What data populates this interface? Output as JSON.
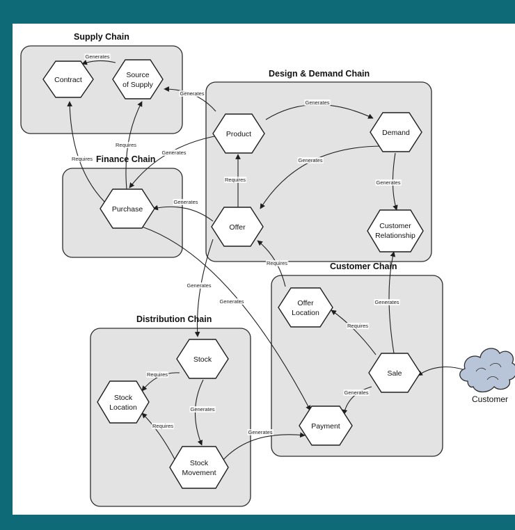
{
  "chains": {
    "supply": "Supply Chain",
    "design": "Design & Demand Chain",
    "finance": "Finance Chain",
    "customer": "Customer Chain",
    "distribution": "Distribution Chain"
  },
  "nodes": {
    "contract": [
      "Contract"
    ],
    "source": [
      "Source",
      "of Supply"
    ],
    "product": [
      "Product"
    ],
    "demand": [
      "Demand"
    ],
    "purchase": [
      "Purchase"
    ],
    "offer": [
      "Offer"
    ],
    "customer_relationship": [
      "Customer",
      "Relationship"
    ],
    "offer_location": [
      "Offer",
      "Location"
    ],
    "sale": [
      "Sale"
    ],
    "stock": [
      "Stock"
    ],
    "stock_location": [
      "Stock",
      "Location"
    ],
    "stock_movement": [
      "Stock",
      "Movement"
    ],
    "payment": [
      "Payment"
    ]
  },
  "actor": {
    "customer": "Customer"
  },
  "edges": [
    {
      "id": "source-contract",
      "label": "Generates"
    },
    {
      "id": "product-source",
      "label": "Generates"
    },
    {
      "id": "product-demand",
      "label": "Generates"
    },
    {
      "id": "purchase-source",
      "label": "Requires"
    },
    {
      "id": "purchase-contract",
      "label": "Requires"
    },
    {
      "id": "product-purchase",
      "label": "Generates"
    },
    {
      "id": "demand-offer",
      "label": "Generates"
    },
    {
      "id": "offer-product",
      "label": "Requires"
    },
    {
      "id": "demand-relationship",
      "label": "Generates"
    },
    {
      "id": "offer-purchase",
      "label": "Generates"
    },
    {
      "id": "offerloc-offer",
      "label": "Requires"
    },
    {
      "id": "purchase-payment",
      "label": "Generates"
    },
    {
      "id": "offer-stock",
      "label": "Generates"
    },
    {
      "id": "sale-relationship",
      "label": "Generates"
    },
    {
      "id": "sale-offerloc",
      "label": "Requires"
    },
    {
      "id": "stock-stocklocation",
      "label": "Requires"
    },
    {
      "id": "stock-movement",
      "label": "Generates"
    },
    {
      "id": "movement-stocklocation",
      "label": "Requires"
    },
    {
      "id": "sale-payment",
      "label": "Generates"
    },
    {
      "id": "movement-payment",
      "label": "Generates"
    },
    {
      "id": "customer-sale",
      "label": ""
    }
  ]
}
